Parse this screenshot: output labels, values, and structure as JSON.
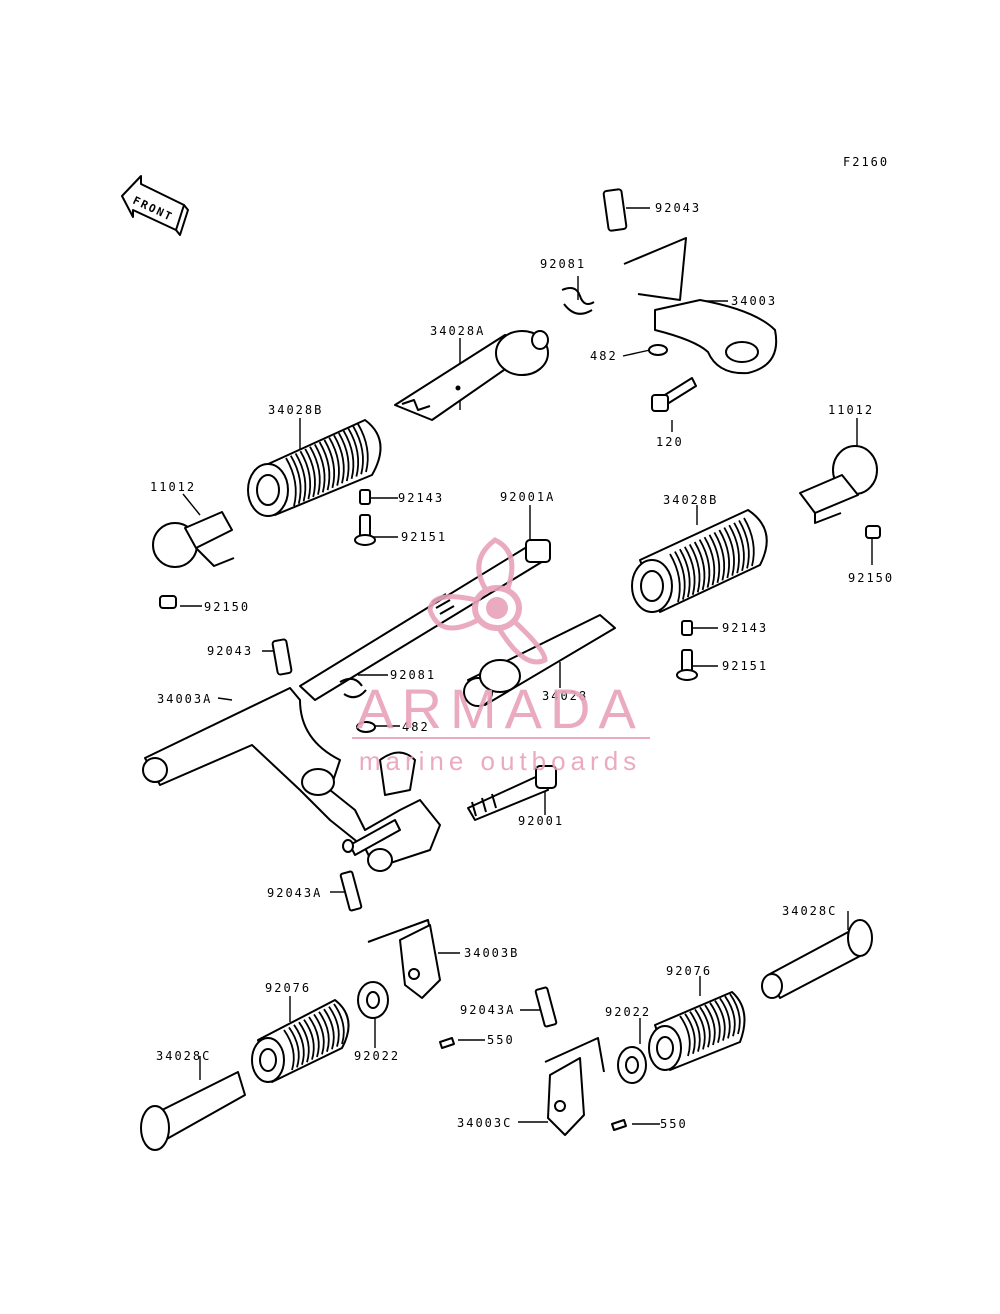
{
  "diagram": {
    "figure_code": "F2160",
    "direction_label": "FRONT",
    "part_labels": [
      "92043",
      "92081",
      "34003",
      "34028A",
      "482",
      "120",
      "34028B",
      "11012",
      "92143",
      "92151",
      "92001A",
      "92150",
      "34028B",
      "11012",
      "92150",
      "92143",
      "92151",
      "92043",
      "92081",
      "34028",
      "34003A",
      "482",
      "92001",
      "92043A",
      "34003B",
      "34028C",
      "92076",
      "92022",
      "550",
      "92043A",
      "92022",
      "92076",
      "34003C",
      "550",
      "34028C"
    ]
  },
  "watermark": {
    "brand": "ARMADA",
    "tagline": "marine outboards",
    "color": "#e8a3bb"
  }
}
